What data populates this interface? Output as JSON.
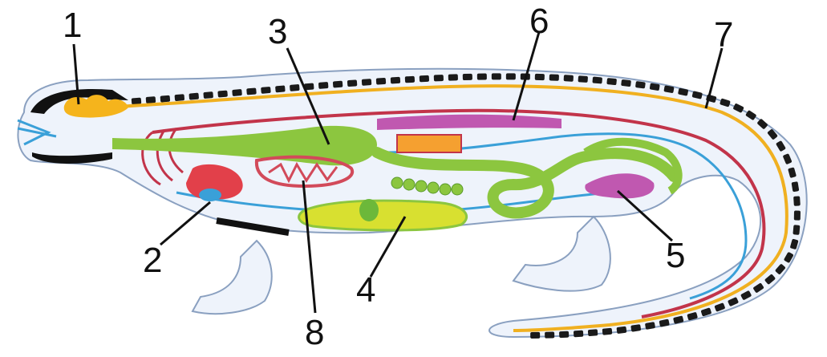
{
  "labels": [
    {
      "id": "1",
      "text": "1"
    },
    {
      "id": "2",
      "text": "2"
    },
    {
      "id": "3",
      "text": "3"
    },
    {
      "id": "4",
      "text": "4"
    },
    {
      "id": "5",
      "text": "5"
    },
    {
      "id": "6",
      "text": "6"
    },
    {
      "id": "7",
      "text": "7"
    },
    {
      "id": "8",
      "text": "8"
    }
  ],
  "colors": {
    "body_fill": "#eef3fb",
    "outline": "#8aa0c0",
    "spine": "#1a1a1a",
    "nerve_cord": "#f0b020",
    "artery": "#c2344a",
    "vein": "#3aa0d8",
    "digestive": "#8cc63f",
    "liver": "#d8e030",
    "heart": "#e2404a",
    "kidney": "#c058b0",
    "brain": "#f5b41c",
    "lung": "#d24a5a"
  },
  "icons": [
    "lizard-internal-anatomy"
  ]
}
